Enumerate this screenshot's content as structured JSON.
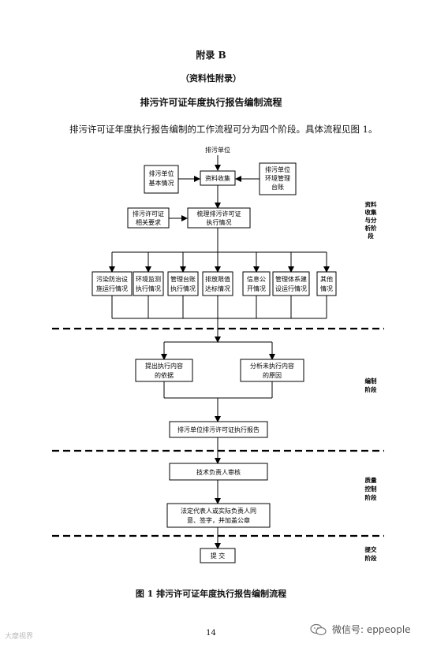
{
  "appendix": {
    "title": "附录 B",
    "subtitle": "（资料性附录）",
    "doc_title": "排污许可证年度执行报告编制流程",
    "intro": "排污许可证年度执行报告编制的工作流程可分为四个阶段。具体流程见图 1。"
  },
  "flow": {
    "start": "排污单位",
    "basic_info": [
      "排污单位",
      "基本情况"
    ],
    "collect": "资料收集",
    "env_ledger": [
      "排污单位",
      "环境管理",
      "台账"
    ],
    "permit_req": [
      "排污许可证",
      "相关要求"
    ],
    "sort_exec": [
      "梳理排污许可证",
      "执行情况"
    ],
    "items": [
      [
        "污染防治设",
        "施运行情况"
      ],
      [
        "环境监测",
        "执行情况"
      ],
      [
        "管理台账",
        "执行情况"
      ],
      [
        "排放限值",
        "达标情况"
      ],
      [
        "信息公",
        "开情况"
      ],
      [
        "管理体系建",
        "设运行情况"
      ],
      [
        "其他",
        "情况"
      ]
    ],
    "basis": [
      "提出执行内容",
      "的依据"
    ],
    "reason": [
      "分析未执行内容",
      "的原因"
    ],
    "report": "排污单位排污许可证执行报告",
    "review": "技术负责人审核",
    "sign": [
      "法定代表人或实际负责人同",
      "意、签字，并加盖公章"
    ],
    "submit": "提  交"
  },
  "stages": {
    "s1": [
      "资料",
      "收集",
      "与分",
      "析阶",
      "段"
    ],
    "s2": [
      "编制",
      "阶段"
    ],
    "s3": [
      "质量",
      "控制",
      "阶段"
    ],
    "s4": [
      "提交",
      "阶段"
    ]
  },
  "caption": "图 1  排污许可证年度执行报告编制流程",
  "page_number": "14",
  "watermark_left": "大摩视界",
  "watermark_right": "微信号: eppeople"
}
